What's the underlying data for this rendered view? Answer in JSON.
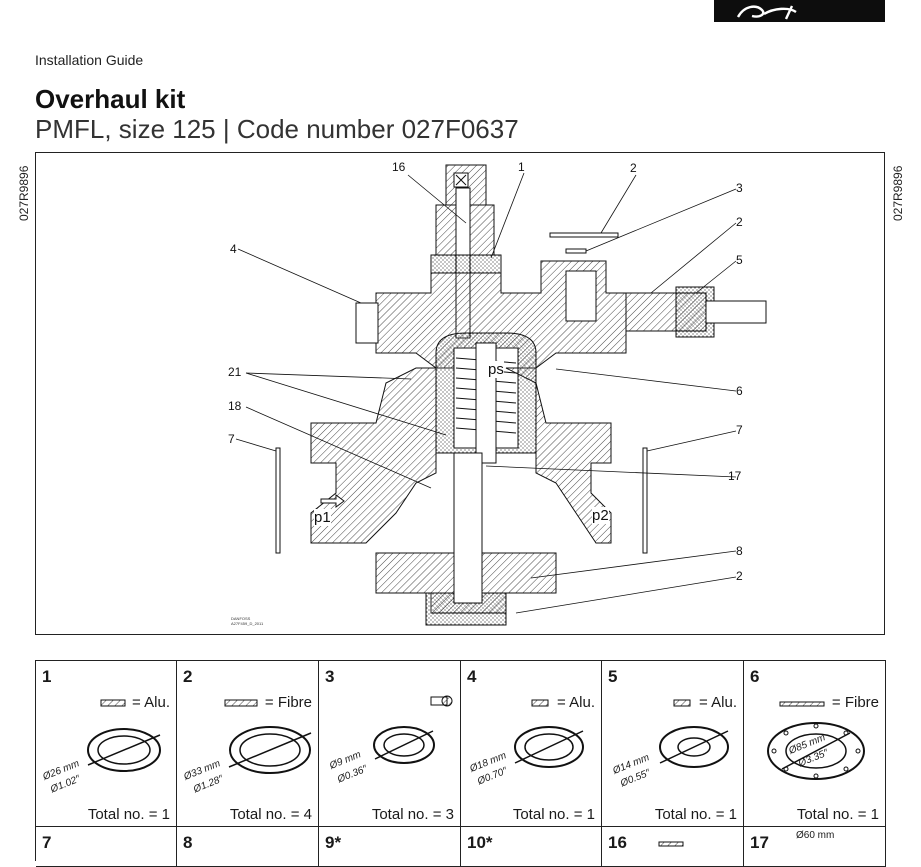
{
  "header": {
    "doc_type": "Installation Guide",
    "title": "Overhaul kit",
    "subtitle": "PMFL, size 125 | Code number 027F0637",
    "side_code": "027R9896"
  },
  "drawing": {
    "callouts": [
      "16",
      "1",
      "2",
      "3",
      "2",
      "5",
      "4",
      "21",
      "6",
      "18",
      "7",
      "7",
      "17",
      "8",
      "2"
    ],
    "label_ps": "ps",
    "label_p1": "p1",
    "label_p2": "p2",
    "drawing_ref": "DANFOSS A27F459_D_2011"
  },
  "parts": [
    {
      "num": "1",
      "material": "= Alu.",
      "dim1": "Ø26 mm",
      "dim2": "Ø1.02″",
      "total": "Total no. = 1"
    },
    {
      "num": "2",
      "material": "= Fibre",
      "dim1": "Ø33 mm",
      "dim2": "Ø1.28″",
      "total": "Total no. = 4"
    },
    {
      "num": "3",
      "material": "",
      "dim1": "Ø9 mm",
      "dim2": "Ø0.36″",
      "total": "Total no. = 3"
    },
    {
      "num": "4",
      "material": "= Alu.",
      "dim1": "Ø18 mm",
      "dim2": "Ø0.70″",
      "total": "Total no. = 1"
    },
    {
      "num": "5",
      "material": "= Alu.",
      "dim1": "Ø14 mm",
      "dim2": "Ø0.55″",
      "total": "Total no. = 1"
    },
    {
      "num": "6",
      "material": "= Fibre",
      "dim1": "Ø85 mm",
      "dim2": "Ø3.35″",
      "total": "Total no. = 1"
    }
  ],
  "parts_row2": [
    {
      "num": "7"
    },
    {
      "num": "8"
    },
    {
      "num": "9*"
    },
    {
      "num": "10*"
    },
    {
      "num": "16"
    },
    {
      "num": "17",
      "dim1": "Ø60 mm"
    }
  ]
}
